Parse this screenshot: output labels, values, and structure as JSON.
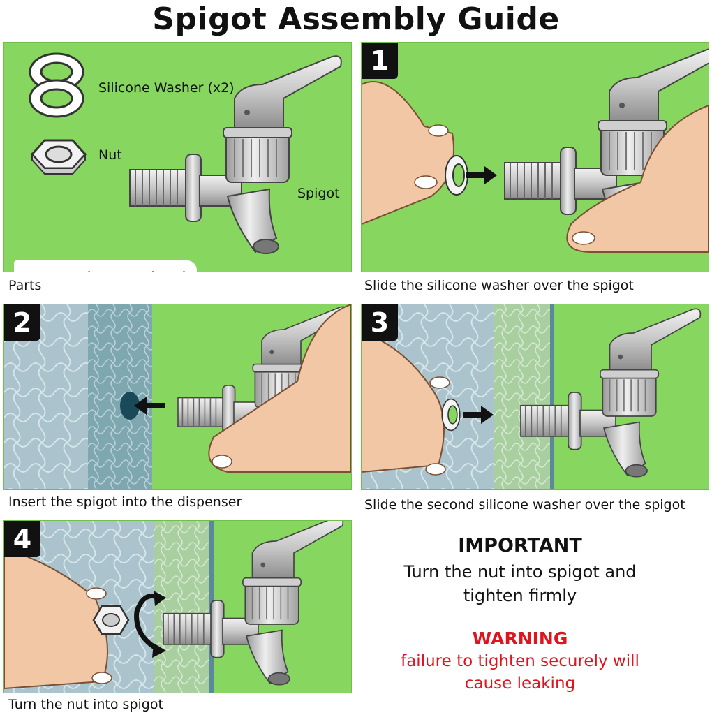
{
  "title": "Spigot Assembly Guide",
  "parts_panel": {
    "washer_label": "Silicone Washer (x2)",
    "nut_label": "Nut",
    "spigot_label": "Spigot",
    "no_tools": "No tools required",
    "caption": "Parts"
  },
  "steps": [
    {
      "number": "1",
      "caption": "Slide the silicone washer over the spigot"
    },
    {
      "number": "2",
      "caption": "Insert the spigot into the dispenser"
    },
    {
      "number": "3",
      "caption": "Slide the second silicone washer over the spigot"
    },
    {
      "number": "4",
      "caption": "Turn the nut into spigot"
    }
  ],
  "important": {
    "heading": "IMPORTANT",
    "text": "Turn the nut into spigot and tighten firmly"
  },
  "warning": {
    "heading": "WARNING",
    "text": "failure to tighten securely will cause leaking"
  },
  "colors": {
    "panel_green": "#86d65f",
    "warning_red": "#e0141e",
    "badge_black": "#111111"
  }
}
